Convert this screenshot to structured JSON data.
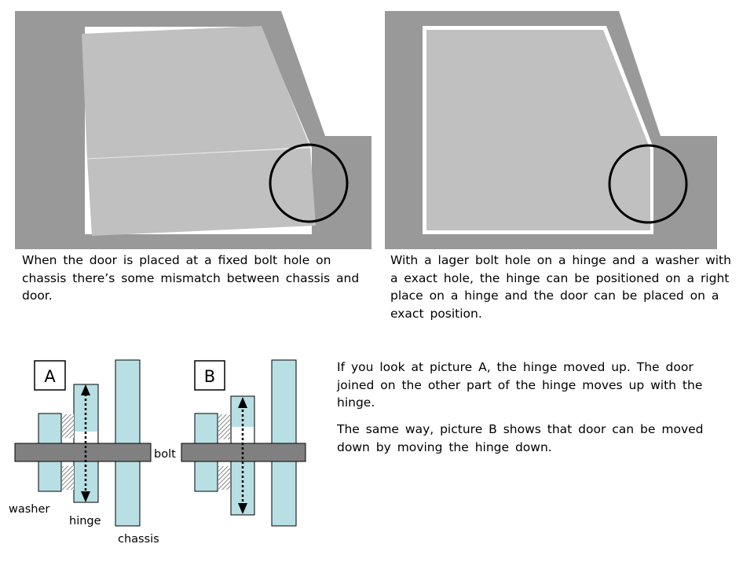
{
  "captions": {
    "fixed_hole": "When the door is placed at a fixed bolt hole on chassis there’s some mismatch between chassis and door.",
    "larger_hole": "With a lager bolt hole on a hinge and a washer with a exact hole, the hinge can be positioned on a right place on a hinge and the door can be placed on a exact position.",
    "picture_a": "If you look at picture A, the hinge moved up. The door joined on the other part of the hinge moves up with the hinge.",
    "picture_b": "The same way, picture B shows that door can be moved down by moving the hinge down."
  },
  "diagram_a": {
    "box_label": "A",
    "bolt_label": "bolt",
    "washer_label": "washer",
    "hinge_label": "hinge",
    "chassis_label": "chassis",
    "hinge_direction": "up"
  },
  "diagram_b": {
    "box_label": "B",
    "hinge_direction": "down"
  },
  "colors": {
    "chassis_gray": "#999999",
    "door_gray": "#c0c0c0",
    "part_blue": "#b8dfe3",
    "bolt_gray": "#808080"
  }
}
